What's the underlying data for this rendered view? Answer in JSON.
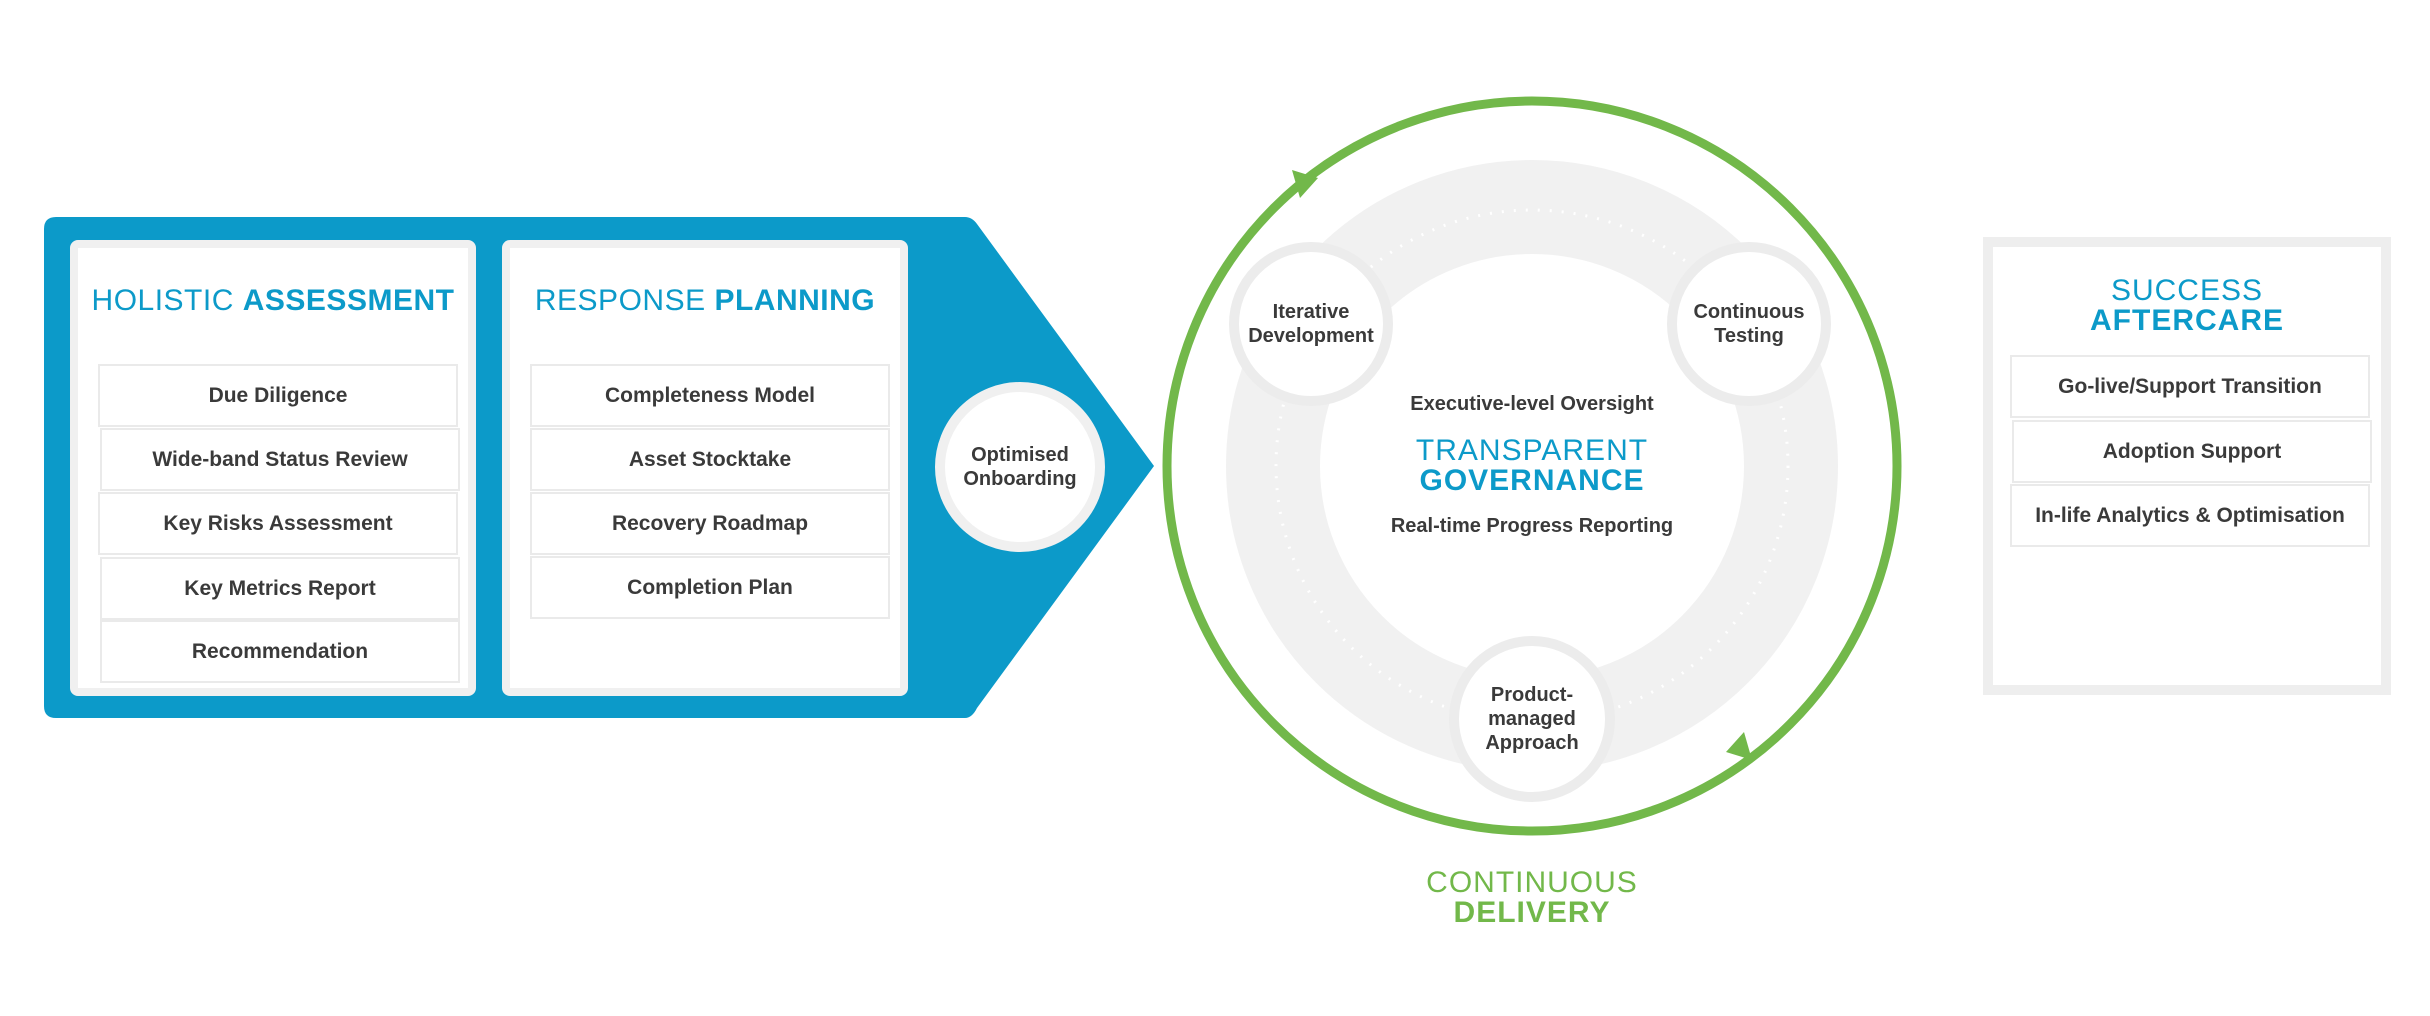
{
  "assessment": {
    "title_light": "HOLISTIC ",
    "title_bold": "ASSESSMENT",
    "items": [
      "Due Diligence",
      "Wide-band Status Review",
      "Key Risks Assessment",
      "Key Metrics Report",
      "Recommendation"
    ]
  },
  "planning": {
    "title_light": "RESPONSE ",
    "title_bold": "PLANNING",
    "items": [
      "Completeness Model",
      "Asset Stocktake",
      "Recovery Roadmap",
      "Completion Plan"
    ]
  },
  "onboarding": {
    "label_line1": "Optimised",
    "label_line2": "Onboarding"
  },
  "governance": {
    "top_text": "Executive-level Oversight",
    "title_light": "TRANSPARENT",
    "title_bold": "GOVERNANCE",
    "bottom_text": "Real-time Progress Reporting",
    "nodes": [
      {
        "line1": "Iterative",
        "line2": "Development"
      },
      {
        "line1": "Continuous",
        "line2": "Testing"
      },
      {
        "line1": "Product-",
        "line2": "managed",
        "line3": "Approach"
      }
    ]
  },
  "delivery": {
    "title_light": "CONTINUOUS",
    "title_bold": "DELIVERY"
  },
  "aftercare": {
    "title_light": "SUCCESS",
    "title_bold": "AFTERCARE",
    "items": [
      "Go-live/Support Transition",
      "Adoption Support",
      "In-life Analytics & Optimisation"
    ]
  },
  "colors": {
    "blue": "#0c9ac9",
    "green": "#72b84a",
    "light_grey": "#f0f0f0",
    "text": "#3a3a3a"
  }
}
